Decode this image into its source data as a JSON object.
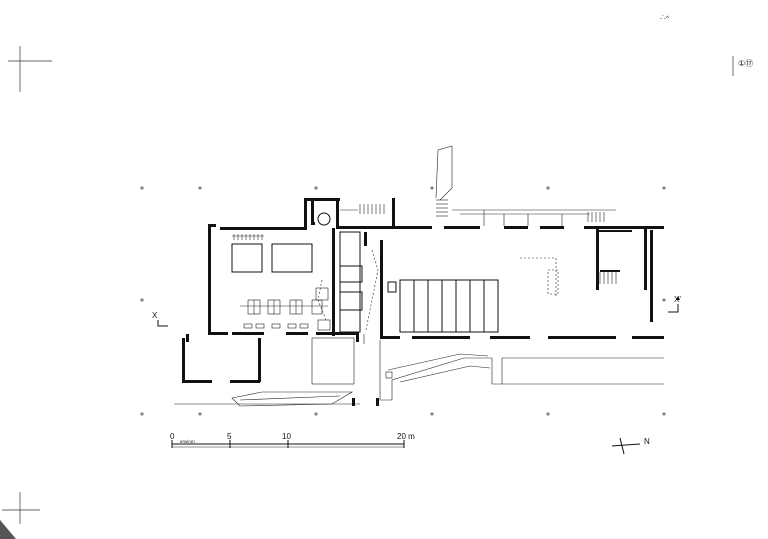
{
  "sheet": {
    "sheet_number": "①⑰",
    "corner_mark": "-`-^"
  },
  "plan": {
    "section_left": "X",
    "section_right": "X'",
    "north": "N"
  },
  "scale": {
    "ticks": [
      "0",
      "5",
      "10",
      "20 m"
    ],
    "note": "environ"
  },
  "colors": {
    "ink": "#111111",
    "paper": "#ffffff"
  }
}
